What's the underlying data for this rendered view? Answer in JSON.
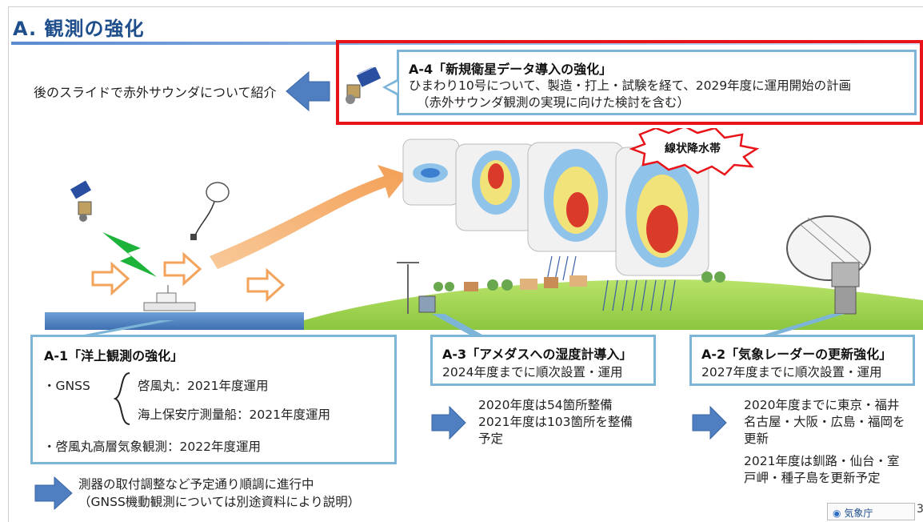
{
  "title": "A. 観測の強化",
  "intro": {
    "text": "後のスライドで赤外サウンダについて紹介"
  },
  "a4": {
    "title": "A-4「新規衛星データ導入の強化」",
    "line1": "ひまわり10号について、製造・打上・試験を経て、2029年度に運用開始の計画",
    "line2": "（赤外サウンダ観測の実現に向けた検討を含む）"
  },
  "scene": {
    "burst_label": "線状降水帯"
  },
  "a1": {
    "title": "A-1「洋上観測の強化」",
    "gnss_label": "・GNSS",
    "item1": "啓風丸：2021年度運用",
    "item2": "海上保安庁測量船：2021年度運用",
    "item3": "・啓風丸高層気象観測：2022年度運用"
  },
  "a3": {
    "title": "A-3「アメダスへの湿度計導入」",
    "sub": "2024年度までに順次設置・運用",
    "detail1": "2020年度は54箇所整備",
    "detail2": "2021年度は103箇所を整備",
    "detail3": "予定"
  },
  "a2": {
    "title": "A-2「気象レーダーの更新強化」",
    "sub": "2027年度までに順次設置・運用",
    "detail1": "2020年度までに東京・福井",
    "detail2": "名古屋・大阪・広島・福岡を",
    "detail3": "更新",
    "detail4": "2021年度は釧路・仙台・室",
    "detail5": "戸岬・種子島を更新予定"
  },
  "footer": {
    "line1": "測器の取付調整など予定通り順調に進行中",
    "line2": "（GNSS機動観測については別途資料により説明）"
  },
  "logo": {
    "text": "気象庁"
  },
  "page_number": "3",
  "colors": {
    "title_blue": "#1f4e8c",
    "highlight_red": "#e8141a",
    "box_border": "#7cb5d8",
    "arrow_blue": "#4f7fc0",
    "orange_arrow": "#f3a35b"
  }
}
